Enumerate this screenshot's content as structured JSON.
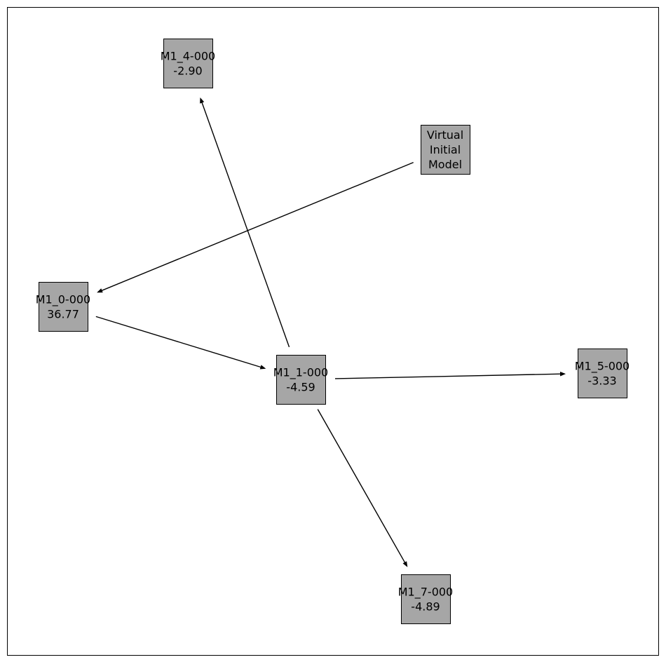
{
  "diagram": {
    "nodes": [
      {
        "id": "virtual",
        "lines": [
          "Virtual",
          "Initial",
          "Model"
        ]
      },
      {
        "id": "m1_4",
        "lines": [
          "M1_4-000",
          "-2.90"
        ]
      },
      {
        "id": "m1_0",
        "lines": [
          "M1_0-000",
          "36.77"
        ]
      },
      {
        "id": "m1_1",
        "lines": [
          "M1_1-000",
          "-4.59"
        ]
      },
      {
        "id": "m1_5",
        "lines": [
          "M1_5-000",
          "-3.33"
        ]
      },
      {
        "id": "m1_7",
        "lines": [
          "M1_7-000",
          "-4.89"
        ]
      }
    ],
    "edges": [
      {
        "from": "virtual",
        "to": "m1_0"
      },
      {
        "from": "m1_0",
        "to": "m1_1"
      },
      {
        "from": "m1_1",
        "to": "m1_4"
      },
      {
        "from": "m1_1",
        "to": "m1_5"
      },
      {
        "from": "m1_1",
        "to": "m1_7"
      }
    ],
    "colors": {
      "node_fill": "#a6a6a6",
      "node_stroke": "#000000",
      "edge": "#000000",
      "background": "#ffffff"
    }
  }
}
